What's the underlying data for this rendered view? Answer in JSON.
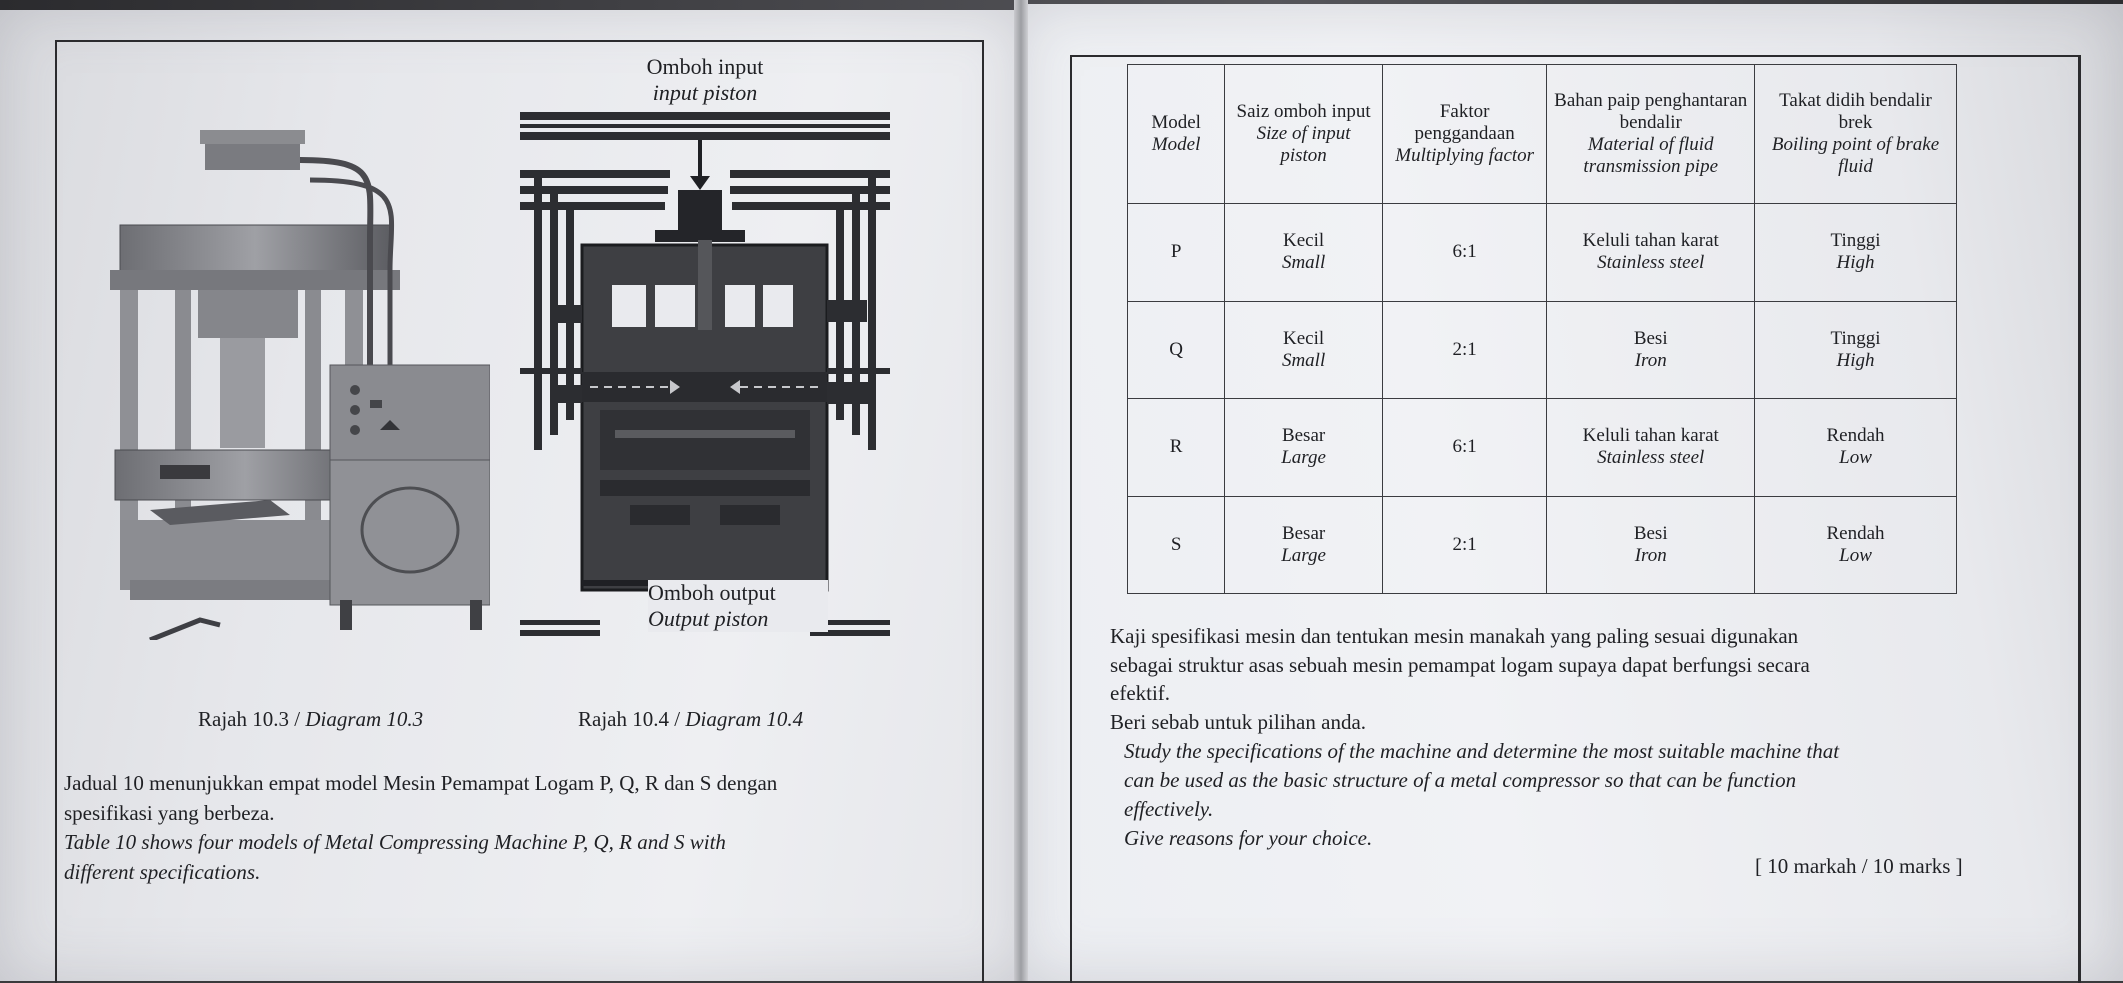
{
  "diagrams": {
    "input_label_ms": "Omboh input",
    "input_label_en": "input piston",
    "output_label_ms": "Omboh output",
    "output_label_en": "Output piston",
    "caption_10_3_ms": "Rajah 10.3 / ",
    "caption_10_3_en": "Diagram 10.3",
    "caption_10_4_ms": "Rajah 10.4 / ",
    "caption_10_4_en": "Diagram 10.4"
  },
  "question_left": {
    "line1": "Jadual 10 menunjukkan empat model Mesin Pemampat Logam P, Q, R dan S dengan",
    "line2": "spesifikasi yang berbeza.",
    "line3": "Table 10 shows four models of Metal Compressing Machine P, Q, R and S with",
    "line4": "different specifications."
  },
  "table": {
    "headers": [
      {
        "ms": "Model",
        "en": "Model"
      },
      {
        "ms": "Saiz omboh input",
        "en": "Size of input piston"
      },
      {
        "ms": "Faktor penggandaan",
        "en": "Multiplying factor"
      },
      {
        "ms": "Bahan paip penghantaran bendalir",
        "en": "Material of fluid transmission pipe"
      },
      {
        "ms": "Takat didih bendalir brek",
        "en": "Boiling point of brake fluid"
      }
    ],
    "rows": [
      {
        "model": "P",
        "size_ms": "Kecil",
        "size_en": "Small",
        "factor": "6:1",
        "pipe_ms": "Keluli tahan karat",
        "pipe_en": "Stainless steel",
        "bp_ms": "Tinggi",
        "bp_en": "High"
      },
      {
        "model": "Q",
        "size_ms": "Kecil",
        "size_en": "Small",
        "factor": "2:1",
        "pipe_ms": "Besi",
        "pipe_en": "Iron",
        "bp_ms": "Tinggi",
        "bp_en": "High"
      },
      {
        "model": "R",
        "size_ms": "Besar",
        "size_en": "Large",
        "factor": "6:1",
        "pipe_ms": "Keluli tahan karat",
        "pipe_en": "Stainless steel",
        "bp_ms": "Rendah",
        "bp_en": "Low"
      },
      {
        "model": "S",
        "size_ms": "Besar",
        "size_en": "Large",
        "factor": "2:1",
        "pipe_ms": "Besi",
        "pipe_en": "Iron",
        "bp_ms": "Rendah",
        "bp_en": "Low"
      }
    ]
  },
  "question_right": {
    "ms_l1": "Kaji spesifikasi mesin dan tentukan mesin manakah yang paling sesuai digunakan",
    "ms_l2": "sebagai struktur asas sebuah mesin pemampat logam supaya dapat berfungsi secara",
    "ms_l3": "efektif.",
    "ms_l4": "Beri sebab untuk pilihan anda.",
    "en_l1": "Study the specifications of the machine and determine the most suitable machine that",
    "en_l2": "can be used as the basic structure of a metal compressor so that can be function",
    "en_l3": "effectively.",
    "en_l4": "Give reasons for your choice.",
    "marks": "[ 10 markah / 10 marks ]"
  }
}
